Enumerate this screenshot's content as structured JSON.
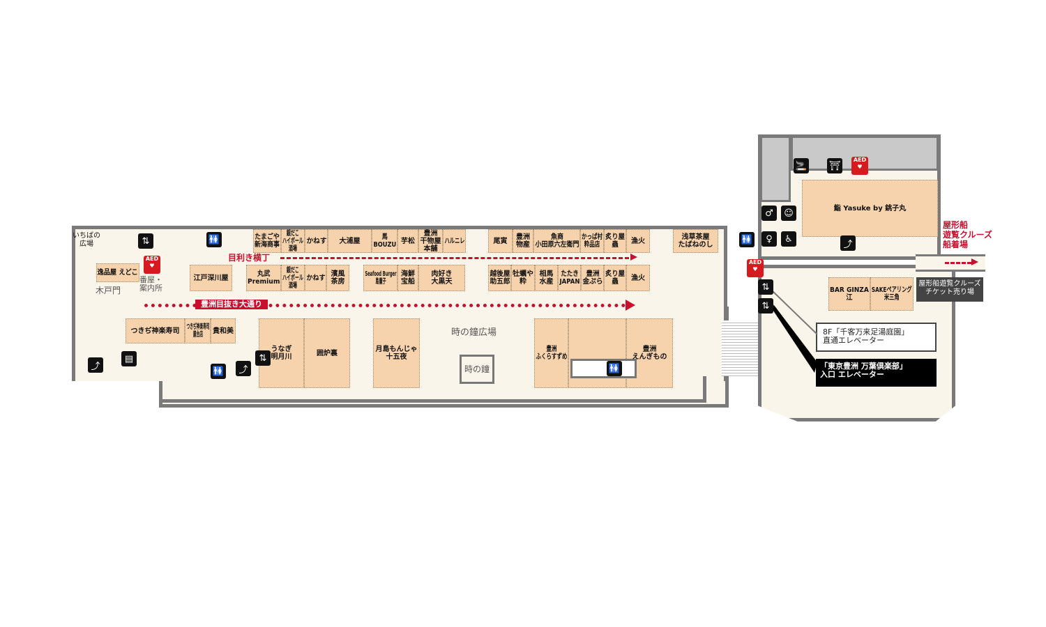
{
  "labels": {
    "ichiba": "いちばの\n広場",
    "kidomon": "木戸門",
    "banya": "番屋・\n案内所",
    "mekiki": "目利き横丁",
    "nuki": "豊洲目抜き大通り",
    "tokinokane_plaza": "時の鐘広場",
    "tokinokane": "時の鐘",
    "pier": "屋形船\n遊覧クルーズ\n船着場"
  },
  "top_row": [
    "たまごや\n新海商事",
    "銀だこ\nハイボール\n酒場",
    "かねす",
    "大浦屋",
    "馬\nBOUZU",
    "芋松",
    "豊洲\n干物屋\n本舗",
    "ハルニレ",
    "尾寅",
    "豊洲\n物産",
    "魚商\n小田原六左衛門",
    "かっぱ村\n粋品店",
    "炙り屋\n蟲",
    "漁火",
    "浅草茶屋\nたばねのし"
  ],
  "second_row": [
    "江戸深川屋",
    "丸武\nPremium",
    "銀だこ\nハイボール\n酒場",
    "かねす",
    "濱風\n茶房",
    "Seafood Burger\n島童子",
    "海鮮\n宝船",
    "肉好き\n大黒天",
    "越後屋\n助五郎",
    "牡蠣や\n粋",
    "相馬\n水産",
    "たたき\nJAPAN",
    "豊洲\n金ぷら",
    "炙り屋\n蟲",
    "漁火"
  ],
  "bottom_row": [
    "つきぢ神楽寿司",
    "つきぢ神楽寿司\n屋台店",
    "貴和美",
    "うなぎ\n明月川",
    "囲炉裏",
    "月島もんじゃ\n十五夜",
    "豊洲\nふくらすずめ",
    "豊洲\nえんぎもの"
  ],
  "left_shop": "逸品屋 えどこ",
  "right": {
    "yasuke": "鮨 Yasuke by 銚子丸",
    "bar": "BAR GINZA\n江",
    "sake": "SAKEペアリング\n米三角",
    "ticket": "屋形船遊覧クルーズ\nチケット売り場",
    "elev8f": "8F「千客万来足湯庭園」\n直通エレベーター",
    "elevclub": "「東京豊洲 万葉倶楽部」\n入口 エレベーター"
  },
  "aed": "AED",
  "colors": {
    "shop": "#f6d3ad",
    "floor": "#faf5ea",
    "wall": "#7a7a7a",
    "accent": "#c8102e"
  }
}
